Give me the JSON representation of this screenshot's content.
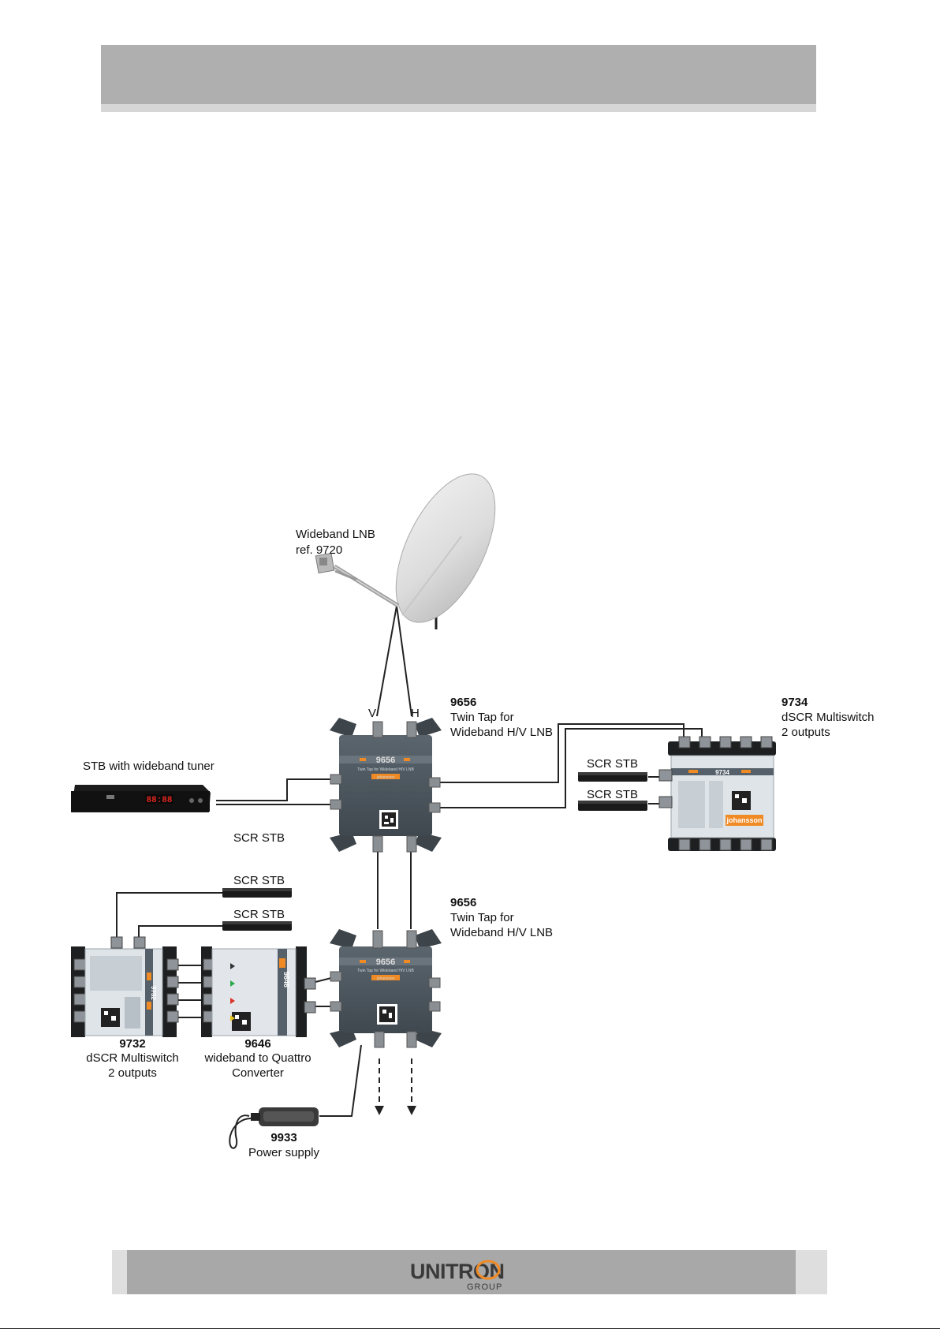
{
  "labels": {
    "lnb_line1": "Wideband LNB",
    "lnb_line2": "ref. 9720",
    "pol_v": "V",
    "pol_h": "H",
    "tap1_code": "9656",
    "tap1_line1": "Twin Tap for",
    "tap1_line2": "Wideband H/V LNB",
    "ms9734_code": "9734",
    "ms9734_line1": "dSCR Multiswitch",
    "ms9734_line2": "2 outputs",
    "stb_wideband": "STB with wideband tuner",
    "scr_stb_a": "SCR STB",
    "scr_stb_b": "SCR STB",
    "scr_stb_c": "SCR STB",
    "scr_stb_d": "SCR STB",
    "scr_stb_e": "SCR STB",
    "tap2_code": "9656",
    "tap2_line1": "Twin Tap for",
    "tap2_line2": "Wideband H/V LNB",
    "ms9732_code": "9732",
    "ms9732_line1": "dSCR Multiswitch",
    "ms9732_line2": "2 outputs",
    "conv_code": "9646",
    "conv_line1": "wideband to Quattro",
    "conv_line2": "Converter",
    "psu_code": "9933",
    "psu_line1": "Power supply"
  },
  "device_face": {
    "tap_model": "9656",
    "tap_subtitle": "Twin Tap for Wideband H/V LNB",
    "brand": "johansson",
    "ms9734_model": "9734",
    "ms9732_model": "9732",
    "conv_model": "9646",
    "stb_display": "88:88"
  },
  "footer": {
    "logo_text": "UNITRON",
    "logo_sub": "GROUP"
  },
  "colors": {
    "header": "#afafaf",
    "footer": "#a8a8a8",
    "device_body": "#4c565e",
    "accent_orange": "#f08a24",
    "stb_display": "#e0271f"
  }
}
